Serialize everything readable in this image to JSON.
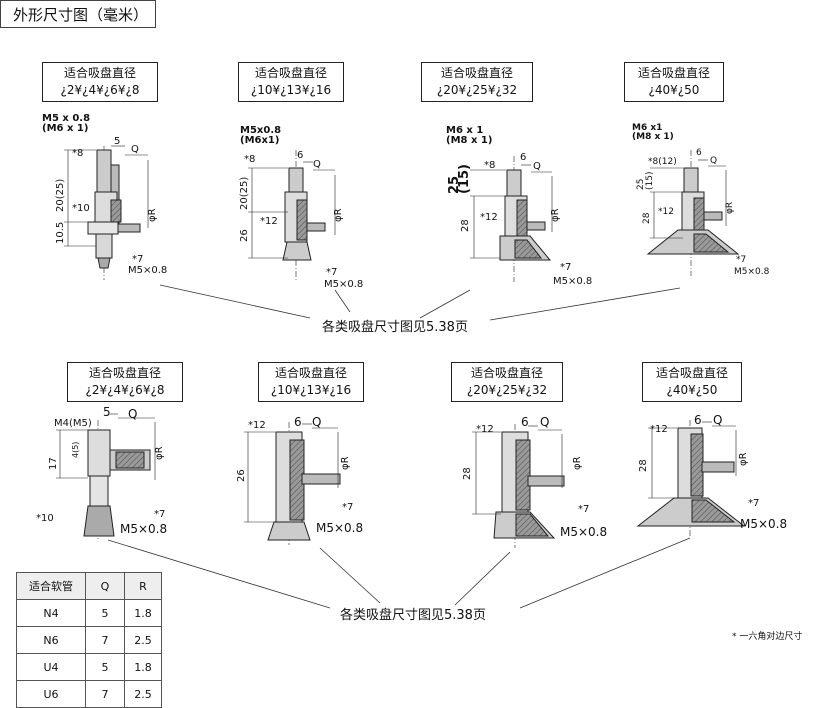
{
  "title": "外形尺寸图（毫米）",
  "label_boxes": [
    {
      "heading": "适合吸盘直径",
      "sizes": "¿2¥¿4¥¿6¥¿8"
    },
    {
      "heading": "适合吸盘直径",
      "sizes": "¿10¥¿13¥¿16"
    },
    {
      "heading": "适合吸盘直径",
      "sizes": "¿20¥¿25¥¿32"
    },
    {
      "heading": "适合吸盘直径",
      "sizes": "¿40¥¿50"
    },
    {
      "heading": "适合吸盘直径",
      "sizes": "¿2¥¿4¥¿6¥¿8"
    },
    {
      "heading": "适合吸盘直径",
      "sizes": "¿10¥¿13¥¿16"
    },
    {
      "heading": "适合吸盘直径",
      "sizes": "¿20¥¿25¥¿32"
    },
    {
      "heading": "适合吸盘直径",
      "sizes": "¿40¥¿50"
    }
  ],
  "reference_text": "各类吸盘尺寸图见5.38页",
  "reference_text_bottom": "各类吸盘尺寸图见5.38页",
  "note": "* 一六角对边尺寸",
  "top_row": [
    {
      "thread": "M5 x 0.8",
      "thread_alt": "(M6 x 1)",
      "mark_a": "*8",
      "mark_b": "*10",
      "mark_c": "*7",
      "dim_w": "5",
      "dim_q": "Q",
      "dim_h1": "20(25)",
      "dim_h2": "10.5",
      "dim_r": "φR",
      "port": "M5×0.8"
    },
    {
      "thread": "M5x0.8",
      "thread_alt": "(M6x1)",
      "mark_a": "*8",
      "mark_b": "*12",
      "mark_c": "*7",
      "dim_w": "6",
      "dim_q": "Q",
      "dim_h1": "20(25)",
      "dim_h2": "26",
      "dim_r": "φR",
      "port": "M5×0.8"
    },
    {
      "thread": "M6 x 1",
      "thread_alt": "(M8 x 1)",
      "mark_a": "*8",
      "mark_b": "*12",
      "mark_c": "*7",
      "dim_w": "6",
      "dim_q": "Q",
      "dim_h1": "25",
      "dim_h1b": "(15)",
      "dim_h2": "28",
      "dim_r": "φR",
      "port": "M5×0.8"
    },
    {
      "thread": "M6 x1",
      "thread_alt": "(M8 x 1)",
      "mark_a": "*8(12)",
      "mark_b": "*12",
      "mark_c": "*7",
      "dim_w": "6",
      "dim_q": "Q",
      "dim_h1": "25",
      "dim_h1b": "(15)",
      "dim_h2": "28",
      "dim_r": "φR",
      "port": "M5×0.8"
    }
  ],
  "bottom_row": [
    {
      "thread": "M4(M5)",
      "mark_b": "*10",
      "mark_c": "*7",
      "dim_w": "5",
      "dim_q": "Q",
      "dim_h": "17",
      "dim_h2": "4(5)",
      "dim_r": "φR",
      "port": "M5×0.8"
    },
    {
      "mark_b": "*12",
      "mark_c": "*7",
      "dim_w": "6",
      "dim_q": "Q",
      "dim_h": "26",
      "dim_r": "φR",
      "port": "M5×0.8"
    },
    {
      "mark_b": "*12",
      "mark_c": "*7",
      "dim_w": "6",
      "dim_q": "Q",
      "dim_h": "28",
      "dim_r": "φR",
      "port": "M5×0.8"
    },
    {
      "mark_b": "*12",
      "mark_c": "*7",
      "dim_w": "6",
      "dim_q": "Q",
      "dim_h": "28",
      "dim_r": "φR",
      "port": "M5×0.8"
    }
  ],
  "table": {
    "headers": [
      "适合软管",
      "Q",
      "R"
    ],
    "rows": [
      [
        "N4",
        "5",
        "1.8"
      ],
      [
        "N6",
        "7",
        "2.5"
      ],
      [
        "U4",
        "5",
        "1.8"
      ],
      [
        "U6",
        "7",
        "2.5"
      ]
    ]
  }
}
